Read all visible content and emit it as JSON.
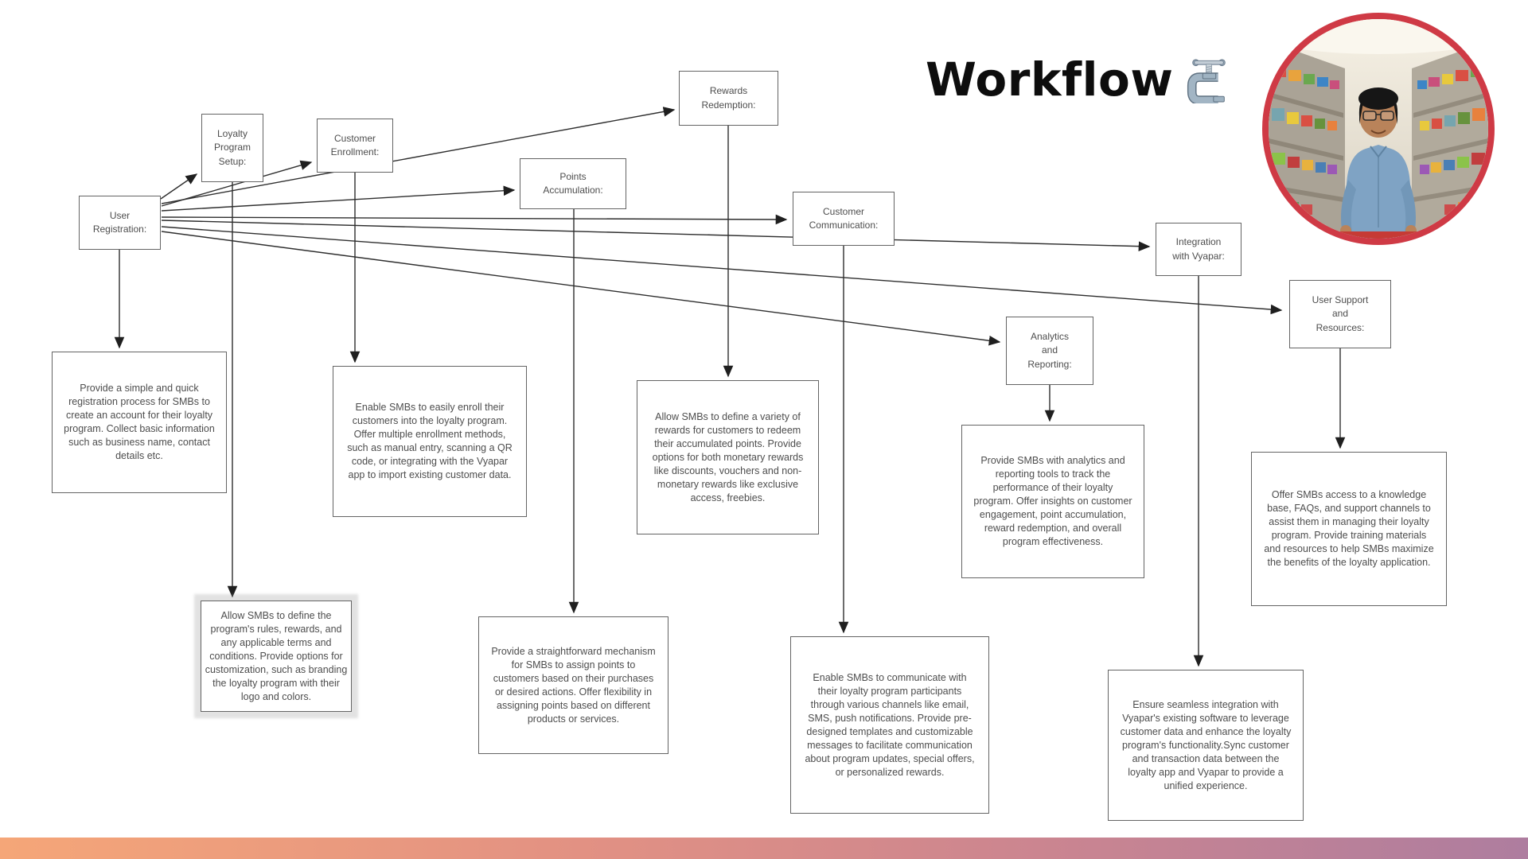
{
  "title": "Workflow",
  "nodes": [
    {
      "id": "user-registration",
      "label": "User\nRegistration:",
      "desc": "Provide a simple and quick registration process for SMBs to create an account for their loyalty program. Collect basic information such as business name, contact details etc."
    },
    {
      "id": "loyalty-program-setup",
      "label": "Loyalty\nProgram\nSetup:",
      "desc": "Allow SMBs to define the program's rules, rewards, and any applicable terms and conditions. Provide options for customization, such as branding the loyalty program with their logo and colors."
    },
    {
      "id": "customer-enrollment",
      "label": "Customer\nEnrollment:",
      "desc": "Enable SMBs to easily enroll their customers into the loyalty program. Offer multiple enrollment methods, such as manual entry, scanning a QR code, or integrating with the Vyapar app to import existing customer data."
    },
    {
      "id": "points-accumulation",
      "label": "Points\nAccumulation:",
      "desc": "Provide a straightforward mechanism for SMBs to assign points to customers based on their purchases or desired actions. Offer flexibility in assigning points based on different products or services."
    },
    {
      "id": "rewards-redemption",
      "label": "Rewards\nRedemption:",
      "desc": "Allow SMBs to define a variety of rewards for customers to redeem their accumulated points. Provide options for both monetary rewards like discounts, vouchers and non-monetary rewards like exclusive access, freebies."
    },
    {
      "id": "customer-communication",
      "label": "Customer\nCommunication:",
      "desc": "Enable SMBs to communicate with their loyalty program participants through various channels like email, SMS, push notifications. Provide pre-designed templates and customizable messages to facilitate communication about program updates, special offers, or personalized rewards."
    },
    {
      "id": "analytics-reporting",
      "label": "Analytics\nand\nReporting:",
      "desc": "Provide SMBs with analytics and reporting tools to track the performance of their loyalty program. Offer insights on customer engagement, point accumulation, reward redemption, and overall program effectiveness."
    },
    {
      "id": "integration-vyapar",
      "label": "Integration\nwith Vyapar:",
      "desc": "Ensure seamless integration with Vyapar's existing software to leverage customer data and enhance the loyalty program's functionality.Sync customer and transaction data between the loyalty app and Vyapar to provide a unified experience."
    },
    {
      "id": "user-support-resources",
      "label": "User Support\nand\nResources:",
      "desc": "Offer SMBs access to a knowledge base, FAQs, and support channels to assist them in managing their loyalty program. Provide training materials and resources to help SMBs maximize the benefits of the loyalty application."
    }
  ],
  "edges": [
    {
      "from": "User Registration:",
      "to": "Loyalty Program Setup:"
    },
    {
      "from": "User Registration:",
      "to": "Customer Enrollment:"
    },
    {
      "from": "User Registration:",
      "to": "Points Accumulation:"
    },
    {
      "from": "User Registration:",
      "to": "Rewards Redemption:"
    },
    {
      "from": "User Registration:",
      "to": "Customer Communication:"
    },
    {
      "from": "User Registration:",
      "to": "Integration with Vyapar:"
    },
    {
      "from": "User Registration:",
      "to": "Analytics and Reporting:"
    },
    {
      "from": "User Registration:",
      "to": "User Support and Resources:"
    }
  ],
  "icons": {
    "title_icon": "clamp-icon"
  },
  "colors": {
    "photo_ring": "#cf3a45",
    "box_border": "#646464",
    "box_text": "#4d4d4d",
    "arrow": "#2e2e2e",
    "bar_gradient_left": "#f5a678",
    "bar_gradient_mid": "#d98d88",
    "bar_gradient_right": "#ae7d9f"
  }
}
